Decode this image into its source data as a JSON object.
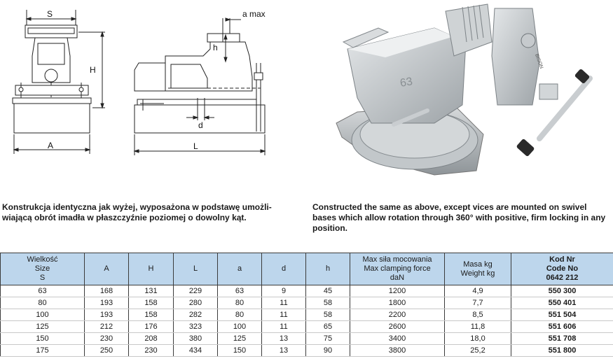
{
  "drawing": {
    "labels": {
      "s": "S",
      "h": "H",
      "a": "A",
      "l": "L",
      "amax": "a max",
      "d": "d",
      "h_small": "h"
    }
  },
  "photo": {
    "jaw_number": "63",
    "brand_text": "BISON"
  },
  "description": {
    "pl": "Konstrukcja identyczna jak wyżej, wyposażona w podstawę umożli-wiającą obrót imadła w płaszczyźnie poziomej o dowolny kąt.",
    "en": "Constructed the same as above, except vices are mounted on swivel bases which allow rotation through 360° with positive, firm locking in any position."
  },
  "table": {
    "headers": {
      "size": [
        "Wielkość",
        "Size",
        "S"
      ],
      "a_col": "A",
      "h_col": "H",
      "l_col": "L",
      "a_small": "a",
      "d_col": "d",
      "h_small": "h",
      "force": [
        "Max siła mocowania",
        "Max clamping force",
        "daN"
      ],
      "mass": [
        "Masa kg",
        "Weight kg"
      ],
      "code": [
        "Kod Nr",
        "Code No",
        "0642 212"
      ]
    },
    "rows": [
      {
        "s": "63",
        "a": "168",
        "h": "131",
        "l": "229",
        "as": "63",
        "d": "9",
        "hs": "45",
        "force": "1200",
        "mass": "4,9",
        "code": "550 300"
      },
      {
        "s": "80",
        "a": "193",
        "h": "158",
        "l": "280",
        "as": "80",
        "d": "11",
        "hs": "58",
        "force": "1800",
        "mass": "7,7",
        "code": "550 401"
      },
      {
        "s": "100",
        "a": "193",
        "h": "158",
        "l": "282",
        "as": "80",
        "d": "11",
        "hs": "58",
        "force": "2200",
        "mass": "8,5",
        "code": "551 504"
      },
      {
        "s": "125",
        "a": "212",
        "h": "176",
        "l": "323",
        "as": "100",
        "d": "11",
        "hs": "65",
        "force": "2600",
        "mass": "11,8",
        "code": "551 606"
      },
      {
        "s": "150",
        "a": "230",
        "h": "208",
        "l": "380",
        "as": "125",
        "d": "13",
        "hs": "75",
        "force": "3400",
        "mass": "18,0",
        "code": "551 708"
      },
      {
        "s": "175",
        "a": "250",
        "h": "230",
        "l": "434",
        "as": "150",
        "d": "13",
        "hs": "90",
        "force": "3800",
        "mass": "25,2",
        "code": "551 800"
      }
    ]
  }
}
